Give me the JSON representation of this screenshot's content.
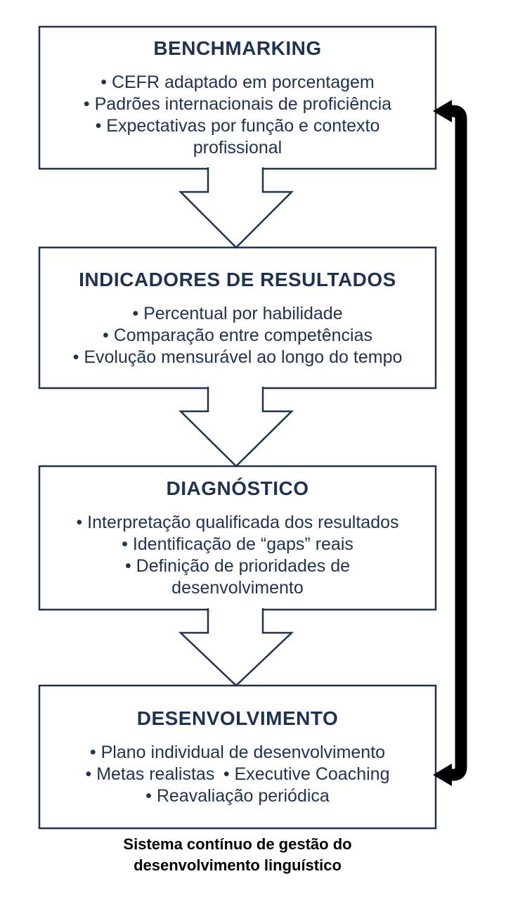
{
  "colors": {
    "navy": "#1e3252",
    "black": "#000000",
    "white": "#ffffff"
  },
  "diagram": {
    "stages": [
      {
        "title": "BENCHMARKING",
        "bullets": [
          "CEFR adaptado em porcentagem",
          "Padrões internacionais de proficiência",
          "Expectativas por função e contexto\nprofissional"
        ]
      },
      {
        "title": "INDICADORES DE RESULTADOS",
        "bullets": [
          "Percentual por habilidade",
          "Comparação entre competências",
          "Evolução mensurável ao longo do tempo"
        ]
      },
      {
        "title": "DIAGNÓSTICO",
        "bullets": [
          "Interpretação qualificada dos resultados",
          "Identificação de “gaps” reais",
          "Definição de prioridades de\ndesenvolvimento"
        ]
      },
      {
        "title": "DESENVOLVIMENTO",
        "bullets": [
          "Plano individual de desenvolvimento",
          "Metas realistas • Executive Coaching",
          "Reavaliação periódica"
        ]
      }
    ],
    "caption": "Sistema contínuo de gestão do\ndesenvolvimento linguístico",
    "shapes": {
      "down_arrow": "hollow-block-arrow-down",
      "feedback_arrow": "black-loop-arrow-right-side"
    }
  }
}
